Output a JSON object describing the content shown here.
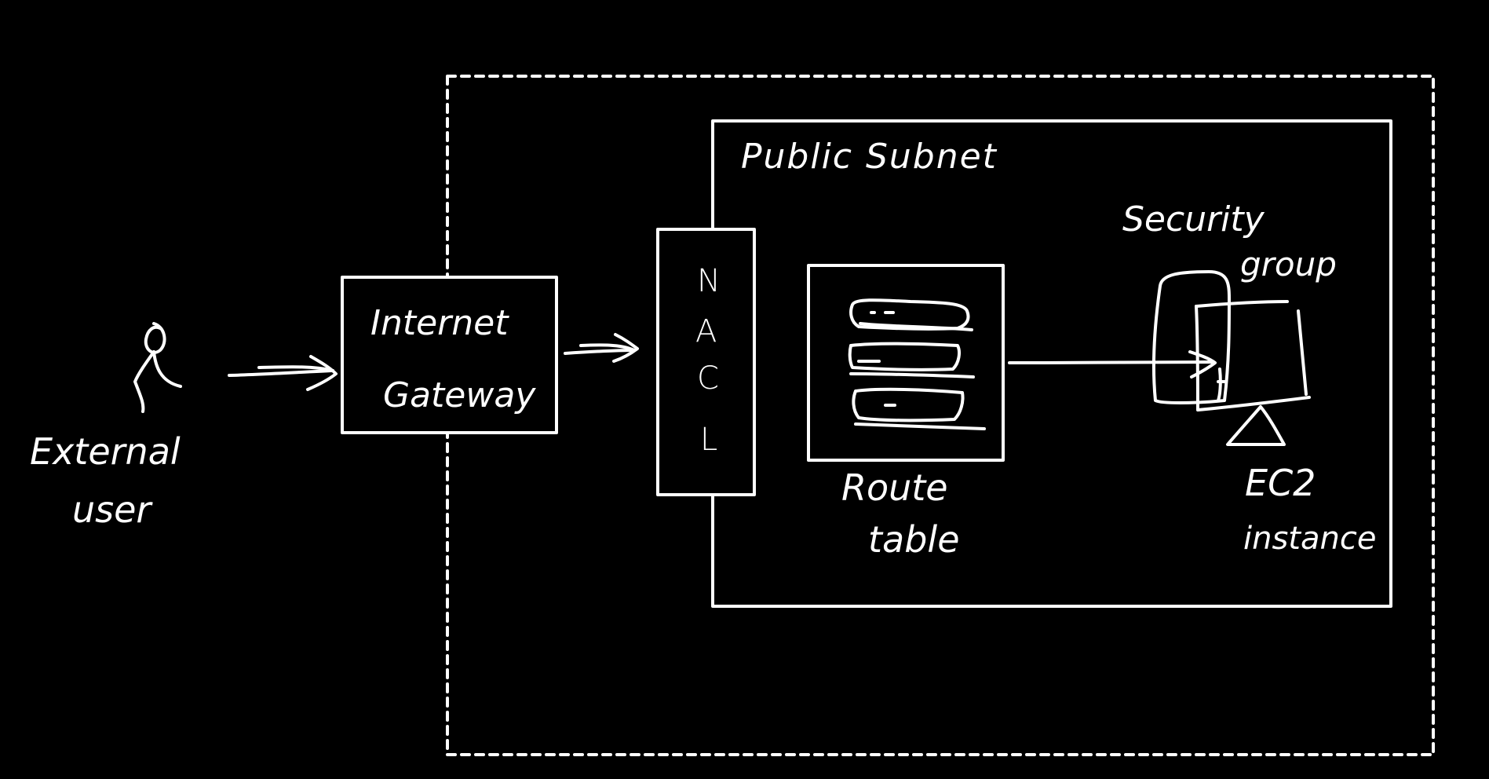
{
  "colors": {
    "background": "#000000",
    "stroke": "#ffffff"
  },
  "labels": {
    "external_user_line1": "External",
    "external_user_line2": "user",
    "internet_gateway_line1": "Internet",
    "internet_gateway_line2": "Gateway",
    "nacl_letters": [
      "N",
      "A",
      "C",
      "L"
    ],
    "public_subnet": "Public Subnet",
    "route_table_line1": "Route",
    "route_table_line2": "table",
    "security_group_line1": "Security",
    "security_group_line2": "group",
    "ec2_line1": "EC2",
    "ec2_line2": "instance"
  },
  "icons": {
    "external_user": "person-icon",
    "route_table": "route-table-icon",
    "ec2_instance": "ec2-instance-icon"
  }
}
